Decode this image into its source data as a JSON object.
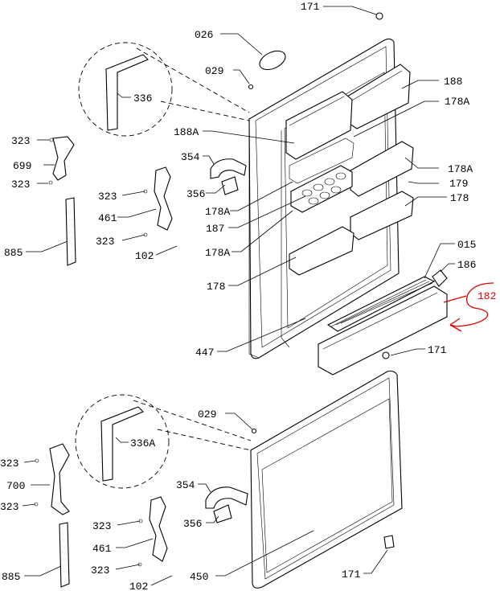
{
  "labels": {
    "l171_top": "171",
    "l026": "026",
    "l029_top": "029",
    "l336": "336",
    "l188": "188",
    "l178A_1": "178A",
    "l188A": "188A",
    "l323_a": "323",
    "l699": "699",
    "l323_b": "323",
    "l354_top": "354",
    "l178A_2": "178A",
    "l179": "179",
    "l323_c": "323",
    "l356_top": "356",
    "l178": "178",
    "l461_top": "461",
    "l178A_3": "178A",
    "l885_top": "885",
    "l323_d": "323",
    "l187": "187",
    "l102_top": "102",
    "l178A_4": "178A",
    "l015": "015",
    "l186": "186",
    "l178_b": "178",
    "l182": "182",
    "l447": "447",
    "l171_mid": "171",
    "l029_bot": "029",
    "l336A": "336A",
    "l323_e": "323",
    "l700": "700",
    "l323_f": "323",
    "l354_bot": "354",
    "l356_bot": "356",
    "l323_g": "323",
    "l461_bot": "461",
    "l885_bot": "885",
    "l323_h": "323",
    "l102_bot": "102",
    "l450": "450",
    "l171_bot": "171"
  },
  "colors": {
    "ink": "#000000",
    "annotation": "#e00000",
    "background": "#ffffff"
  }
}
